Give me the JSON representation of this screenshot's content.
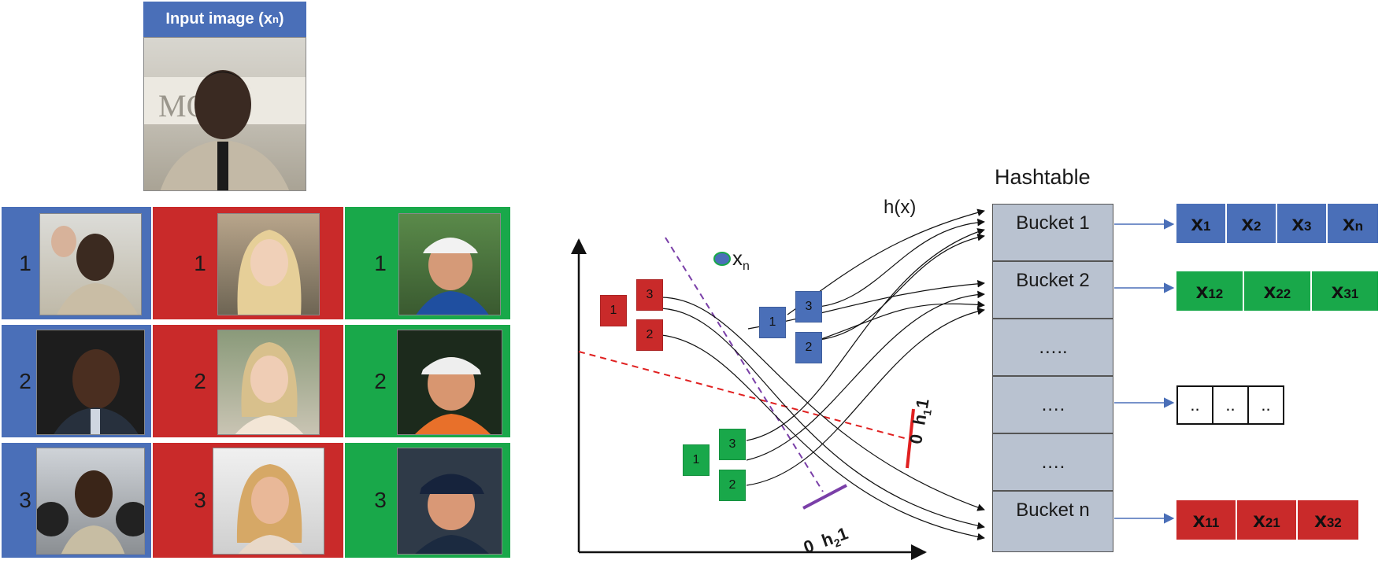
{
  "input": {
    "header": "Input image (x",
    "header_sub": "n",
    "header_end": ")"
  },
  "grid": {
    "rows": [
      {
        "blue": "1",
        "red": "1",
        "green": "1"
      },
      {
        "blue": "2",
        "red": "2",
        "green": "2"
      },
      {
        "blue": "3",
        "red": "3",
        "green": "3"
      }
    ]
  },
  "plot": {
    "hx_label": "h(x)",
    "xn_label": "x",
    "xn_sub": "n",
    "h1_label_a": "0",
    "h1_label_b": "h",
    "h1_label_sub": "1",
    "h1_label_c": "1",
    "h2_label_a": "0",
    "h2_label_b": "h",
    "h2_label_sub": "2",
    "h2_label_c": "1",
    "squares": {
      "red_1": "1",
      "red_2": "2",
      "red_3": "3",
      "blue_1": "1",
      "blue_2": "2",
      "blue_3": "3",
      "green_1": "1",
      "green_2": "2",
      "green_3": "3"
    }
  },
  "hashtable": {
    "title": "Hashtable",
    "buckets": [
      "Bucket 1",
      "Bucket 2",
      "…..",
      "….",
      "….",
      "Bucket n"
    ]
  },
  "outputs": {
    "blue": [
      {
        "b": "x",
        "s": "1"
      },
      {
        "b": "x",
        "s": "2"
      },
      {
        "b": "x",
        "s": "3"
      },
      {
        "b": "x",
        "s": "n"
      }
    ],
    "green": [
      {
        "b": "x",
        "s": "12"
      },
      {
        "b": "x",
        "s": "22"
      },
      {
        "b": "x",
        "s": "31"
      }
    ],
    "empty": [
      "..",
      "..",
      ".."
    ],
    "red": [
      {
        "b": "x",
        "s": "11"
      },
      {
        "b": "x",
        "s": "21"
      },
      {
        "b": "x",
        "s": "32"
      }
    ]
  },
  "colors": {
    "blue": "#4a6fb8",
    "red": "#c92a2a",
    "green": "#19a84a",
    "bucket": "#b9c2d0",
    "h1_line": "#e02020",
    "h2_line": "#7a3fa8"
  }
}
